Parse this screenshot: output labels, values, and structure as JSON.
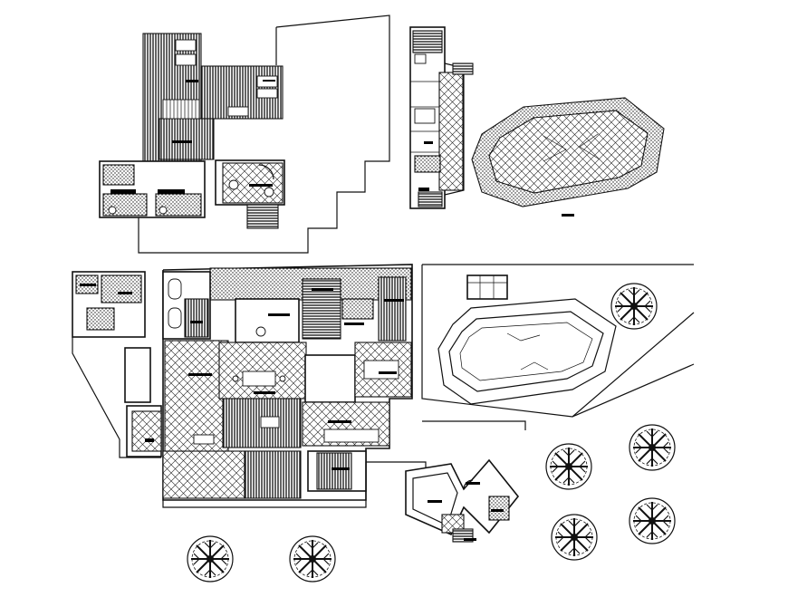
{
  "drawing": {
    "background": "#ffffff",
    "line_color": "#111111",
    "sheet_views": [
      "upper-floor-plan",
      "cabana-plan",
      "pool-detail-plan",
      "ground-floor-plan",
      "site-pool-plan",
      "guest-house-plan",
      "landscape-trees"
    ],
    "tree_count": 7,
    "text_labels_visible": false
  }
}
